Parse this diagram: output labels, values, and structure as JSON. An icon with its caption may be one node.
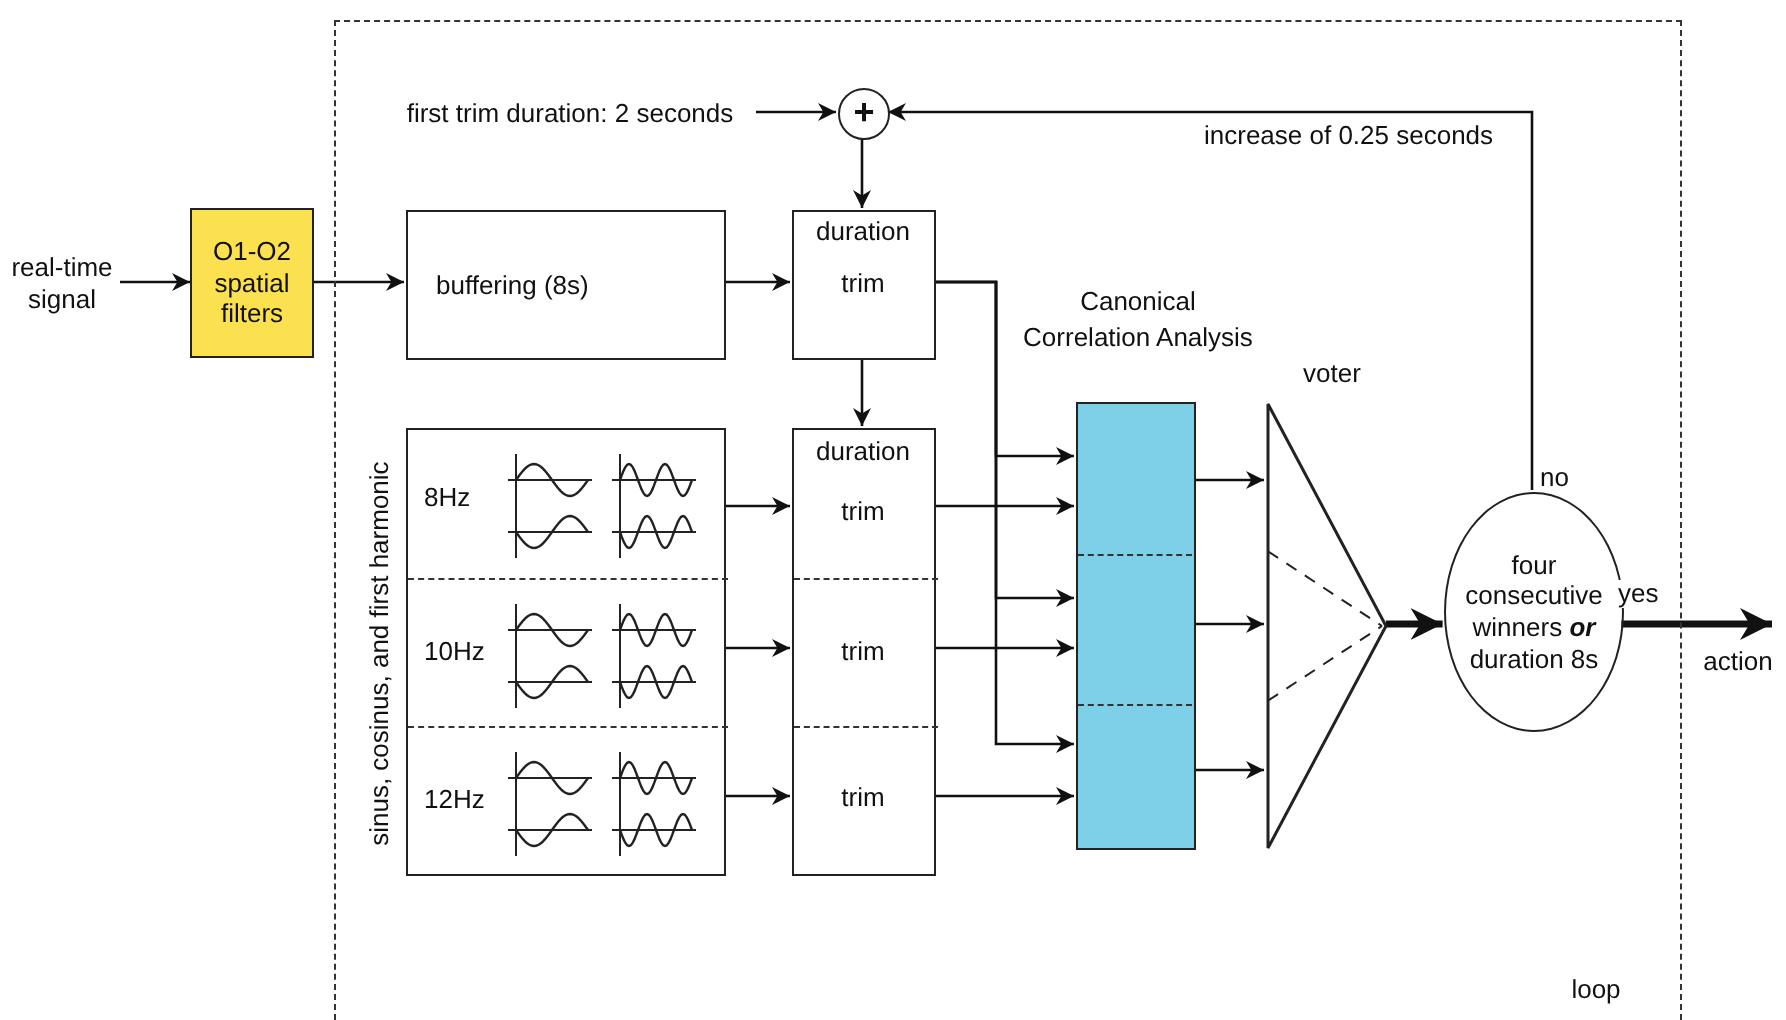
{
  "diagram": {
    "nodes": [
      {
        "text": [
          "loop"
        ]
      },
      {
        "text": [
          "real-time signal"
        ]
      },
      {
        "text": [
          "O1-O2 spatial filters"
        ]
      },
      {
        "text": [
          "first trim duration: 2 seconds"
        ],
        "in": 0
      },
      {
        "text": [
          "+"
        ],
        "in": 0
      },
      {
        "text": [
          "buffering (8s)"
        ],
        "in": 0
      },
      {
        "text": [
          "duration",
          "trim"
        ],
        "in": 0
      },
      {
        "text": [
          "sinus, cosinus, and first harmonic"
        ],
        "in": 0
      },
      {
        "text": [
          "8Hz"
        ],
        "in": 7
      },
      {
        "text": [
          "10Hz"
        ],
        "in": 7
      },
      {
        "text": [
          "12Hz"
        ],
        "in": 7
      },
      {
        "text": [
          "duration"
        ],
        "in": 0
      },
      {
        "text": [
          "trim"
        ],
        "in": 11
      },
      {
        "text": [
          "trim"
        ],
        "in": 11
      },
      {
        "text": [
          "trim"
        ],
        "in": 11
      },
      {
        "text": [
          "Canonical Correlation Analysis"
        ],
        "in": 0
      },
      {
        "text": [
          "voter"
        ],
        "in": 0
      },
      {
        "text": [
          "four consecutive winners **or** duration 8s"
        ],
        "in": 0
      },
      {
        "text": [
          "action"
        ]
      }
    ],
    "edges": [
      {
        "from": 1,
        "to": 2,
        "arrow": "to"
      },
      {
        "from": 2,
        "to": 5,
        "arrow": "to"
      },
      {
        "from": 3,
        "to": 4,
        "arrow": "to"
      },
      {
        "from": 17,
        "to": 4,
        "arrow": "to",
        "label": "increase of 0.25 seconds"
      },
      {
        "from": 4,
        "to": 6,
        "arrow": "to"
      },
      {
        "from": 5,
        "to": 6,
        "arrow": "to"
      },
      {
        "from": 6,
        "to": 11,
        "arrow": "to"
      },
      {
        "from": 8,
        "to": 12,
        "arrow": "to"
      },
      {
        "from": 9,
        "to": 13,
        "arrow": "to"
      },
      {
        "from": 10,
        "to": 14,
        "arrow": "to"
      },
      {
        "from": 6,
        "to": 15,
        "arrow": "to"
      },
      {
        "from": 6,
        "to": 15,
        "arrow": "to"
      },
      {
        "from": 6,
        "to": 15,
        "arrow": "to"
      },
      {
        "from": 12,
        "to": 15,
        "arrow": "to"
      },
      {
        "from": 13,
        "to": 15,
        "arrow": "to"
      },
      {
        "from": 14,
        "to": 15,
        "arrow": "to"
      },
      {
        "from": 15,
        "to": 16,
        "arrow": "to"
      },
      {
        "from": 15,
        "to": 16,
        "arrow": "to"
      },
      {
        "from": 15,
        "to": 16,
        "arrow": "to"
      },
      {
        "from": 16,
        "to": 17,
        "arrow": "to",
        "style": "thick"
      },
      {
        "from": 17,
        "to": 18,
        "arrow": "to",
        "label": "yes",
        "style": "thick"
      }
    ],
    "labels": [
      "no"
    ]
  }
}
